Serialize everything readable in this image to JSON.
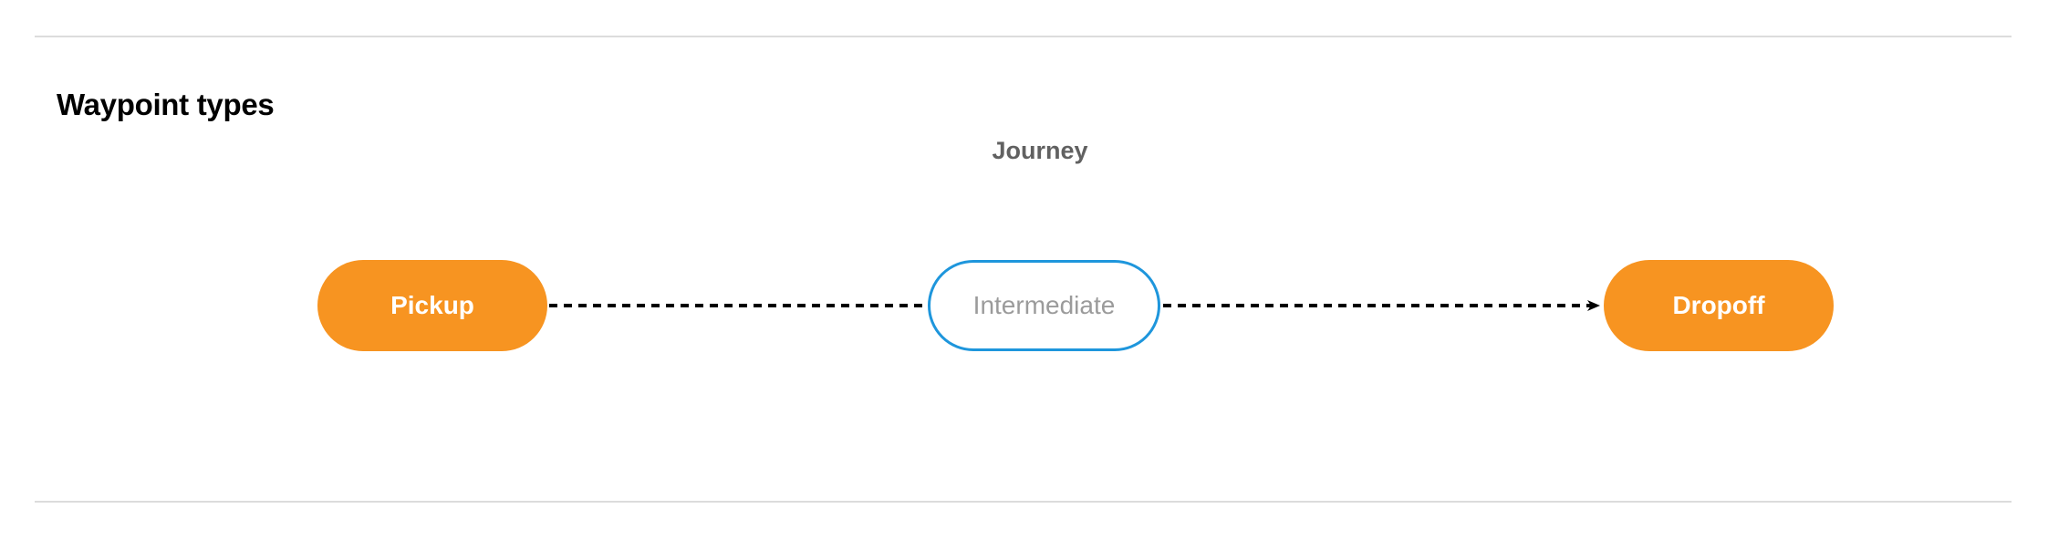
{
  "section": {
    "title": "Waypoint types",
    "divider_color": "#dcdcdc"
  },
  "diagram": {
    "label": "Journey",
    "label_color": "#616161",
    "terminal_color": "#F79421",
    "intermediate_border_color": "#1E96DC",
    "intermediate_text_color": "#9b9b9b",
    "connector_color": "#000000",
    "connector_style": "dashed",
    "nodes": [
      {
        "id": "pickup",
        "label": "Pickup",
        "type": "terminal"
      },
      {
        "id": "intermediate",
        "label": "Intermediate",
        "type": "intermediate"
      },
      {
        "id": "dropoff",
        "label": "Dropoff",
        "type": "terminal"
      }
    ],
    "edges": [
      {
        "from": "pickup",
        "to": "intermediate",
        "arrow": false
      },
      {
        "from": "intermediate",
        "to": "dropoff",
        "arrow": true
      }
    ]
  }
}
